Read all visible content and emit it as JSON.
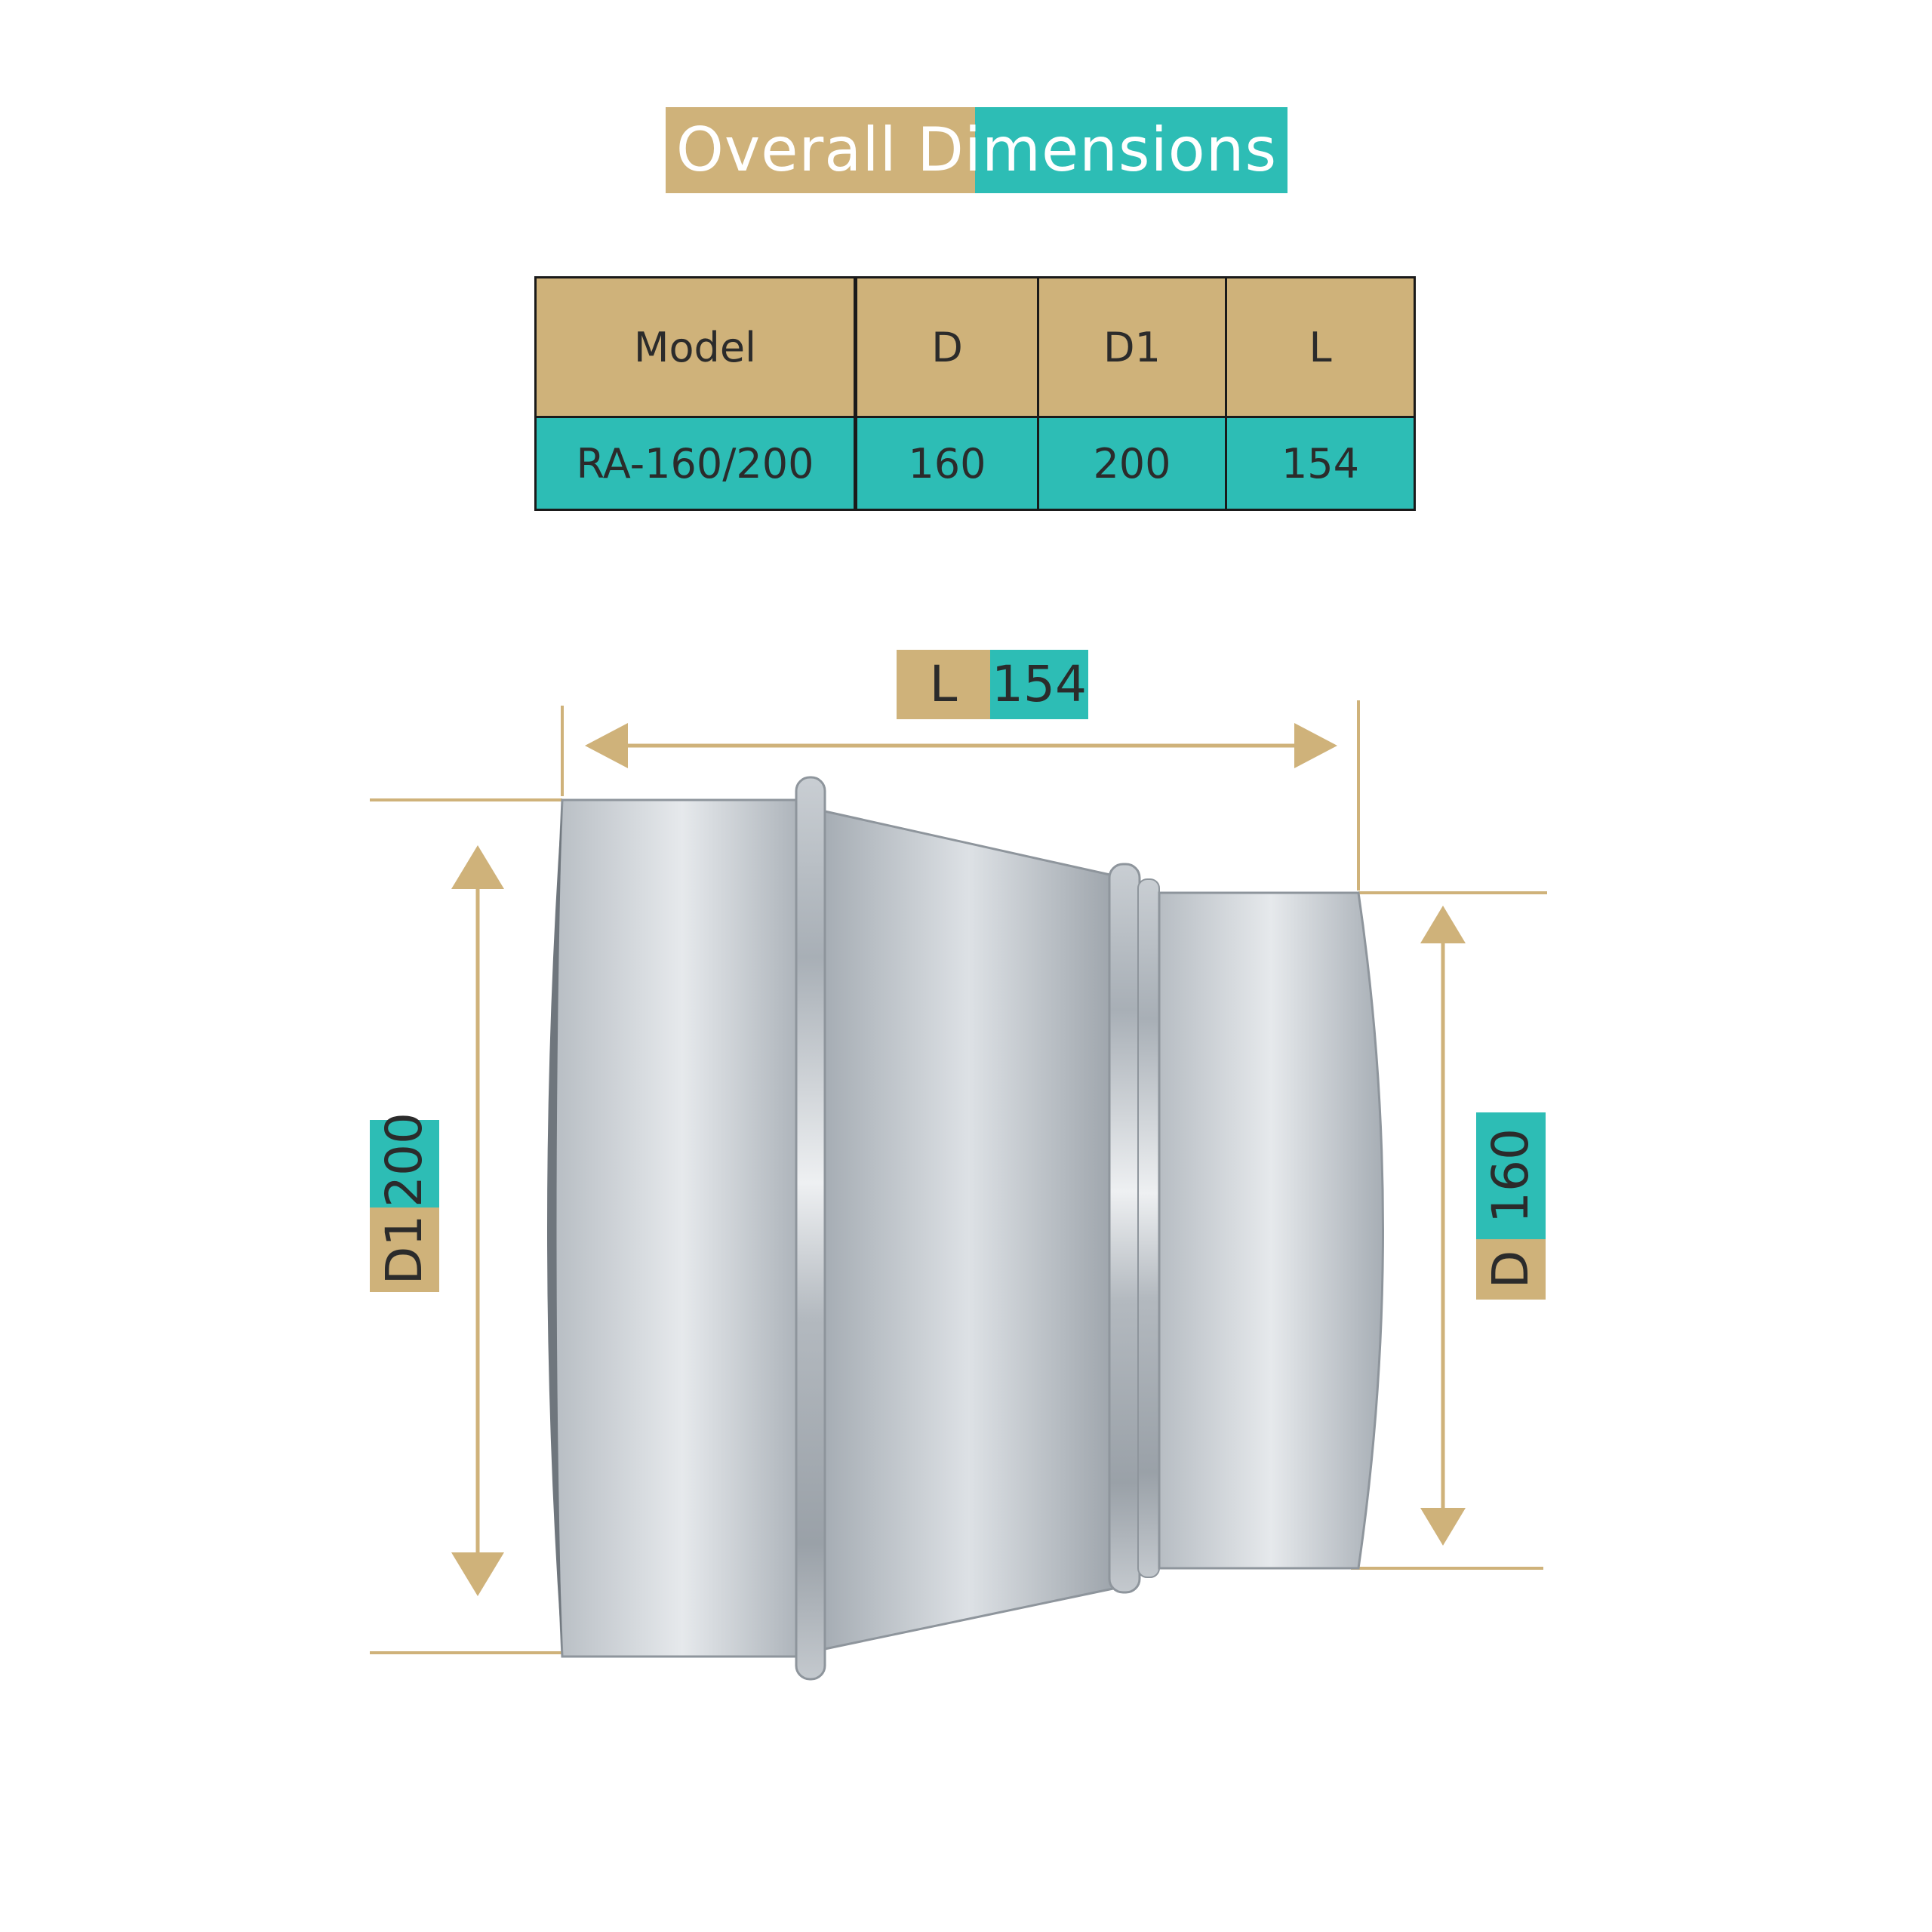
{
  "title": {
    "part1": "Overall Di",
    "part2": "mensions",
    "full": "Overall Dimensions"
  },
  "table": {
    "headers": [
      "Model",
      "D",
      "D1",
      "L"
    ],
    "rows": [
      [
        "RA-160/200",
        "160",
        "200",
        "154"
      ]
    ]
  },
  "diagram": {
    "length": {
      "key": "L",
      "value": "154"
    },
    "outer_diameter": {
      "key": "D1",
      "value": "200"
    },
    "inner_diameter": {
      "key": "D",
      "value": "160"
    }
  },
  "colors": {
    "gold": "#cfb27a",
    "teal": "#2dbdb5",
    "metal": "#b9c0c7"
  }
}
